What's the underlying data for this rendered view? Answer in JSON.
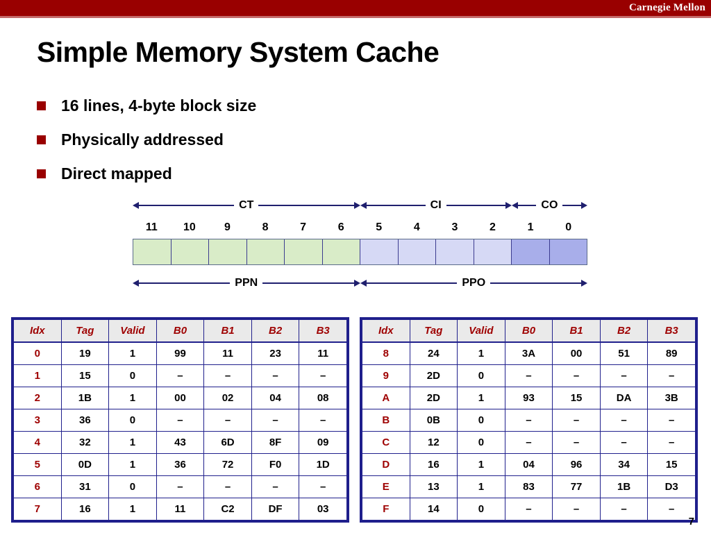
{
  "header": {
    "brand": "Carnegie Mellon",
    "bar_color": "#990000"
  },
  "title": "Simple Memory System Cache",
  "bullets": [
    {
      "text": "16 lines, 4-byte block size"
    },
    {
      "text": "Physically addressed"
    },
    {
      "text": "Direct mapped"
    }
  ],
  "address_diagram": {
    "top_spans": [
      {
        "label": "CT",
        "bits": 6
      },
      {
        "label": "CI",
        "bits": 4
      },
      {
        "label": "CO",
        "bits": 2
      }
    ],
    "bottom_spans": [
      {
        "label": "PPN",
        "bits": 6
      },
      {
        "label": "PPO",
        "bits": 6
      }
    ],
    "bit_numbers": [
      "11",
      "10",
      "9",
      "8",
      "7",
      "6",
      "5",
      "4",
      "3",
      "2",
      "1",
      "0"
    ],
    "cell_kinds": [
      "ct",
      "ct",
      "ct",
      "ct",
      "ct",
      "ct",
      "ci",
      "ci",
      "ci",
      "ci",
      "co",
      "co"
    ],
    "colors": {
      "ct": "#d9ecc8",
      "ci": "#d6d9f5",
      "co": "#a8aeea",
      "arrow": "#1f1f6e"
    }
  },
  "cache": {
    "columns": [
      "Idx",
      "Tag",
      "Valid",
      "B0",
      "B1",
      "B2",
      "B3"
    ],
    "left_rows": [
      [
        "0",
        "19",
        "1",
        "99",
        "11",
        "23",
        "11"
      ],
      [
        "1",
        "15",
        "0",
        "–",
        "–",
        "–",
        "–"
      ],
      [
        "2",
        "1B",
        "1",
        "00",
        "02",
        "04",
        "08"
      ],
      [
        "3",
        "36",
        "0",
        "–",
        "–",
        "–",
        "–"
      ],
      [
        "4",
        "32",
        "1",
        "43",
        "6D",
        "8F",
        "09"
      ],
      [
        "5",
        "0D",
        "1",
        "36",
        "72",
        "F0",
        "1D"
      ],
      [
        "6",
        "31",
        "0",
        "–",
        "–",
        "–",
        "–"
      ],
      [
        "7",
        "16",
        "1",
        "11",
        "C2",
        "DF",
        "03"
      ]
    ],
    "right_rows": [
      [
        "8",
        "24",
        "1",
        "3A",
        "00",
        "51",
        "89"
      ],
      [
        "9",
        "2D",
        "0",
        "–",
        "–",
        "–",
        "–"
      ],
      [
        "A",
        "2D",
        "1",
        "93",
        "15",
        "DA",
        "3B"
      ],
      [
        "B",
        "0B",
        "0",
        "–",
        "–",
        "–",
        "–"
      ],
      [
        "C",
        "12",
        "0",
        "–",
        "–",
        "–",
        "–"
      ],
      [
        "D",
        "16",
        "1",
        "04",
        "96",
        "34",
        "15"
      ],
      [
        "E",
        "13",
        "1",
        "83",
        "77",
        "1B",
        "D3"
      ],
      [
        "F",
        "14",
        "0",
        "–",
        "–",
        "–",
        "–"
      ]
    ]
  },
  "page_number": "7"
}
